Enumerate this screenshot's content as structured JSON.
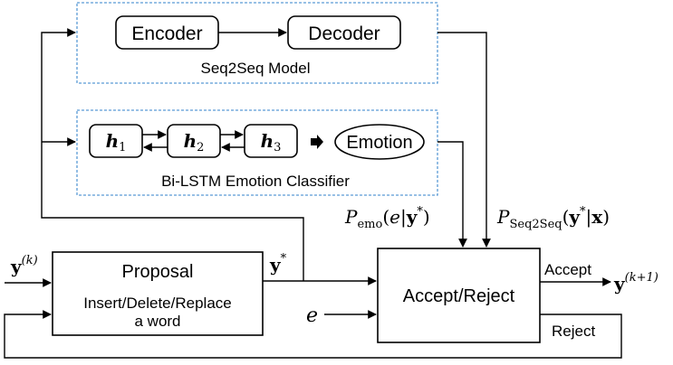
{
  "seq2seq": {
    "encoder": "Encoder",
    "decoder": "Decoder",
    "caption": "Seq2Seq Model"
  },
  "classifier": {
    "h1": "h",
    "h1_sub": "1",
    "h2": "h",
    "h2_sub": "2",
    "h3": "h",
    "h3_sub": "3",
    "emotion": "Emotion",
    "caption": "Bi-LSTM Emotion Classifier"
  },
  "proposal": {
    "title": "Proposal",
    "subtitle_line1": "Insert/Delete/Replace",
    "subtitle_line2": "a word"
  },
  "accept_reject": {
    "label": "Accept/Reject"
  },
  "labels": {
    "y_k_base": "y",
    "y_k_sup": "(k)",
    "y_star_base": "y",
    "y_star_sup": "*",
    "e": "e",
    "accept": "Accept",
    "reject": "Reject",
    "y_k1_base": "y",
    "y_k1_sup": "(k+1)",
    "p_emo_P": "P",
    "p_emo_sub": "emo",
    "p_emo_open": "(",
    "p_emo_e": "e",
    "p_emo_bar": "|",
    "p_emo_y": "y",
    "p_emo_star": "*",
    "p_emo_close": ")",
    "p_seq_P": "P",
    "p_seq_sub": "Seq2Seq",
    "p_seq_open": "(",
    "p_seq_y": "y",
    "p_seq_star": "*",
    "p_seq_bar": "|",
    "p_seq_x": "x",
    "p_seq_close": ")"
  },
  "colors": {
    "group_border": "#5b9bd5",
    "stroke": "#000000"
  }
}
